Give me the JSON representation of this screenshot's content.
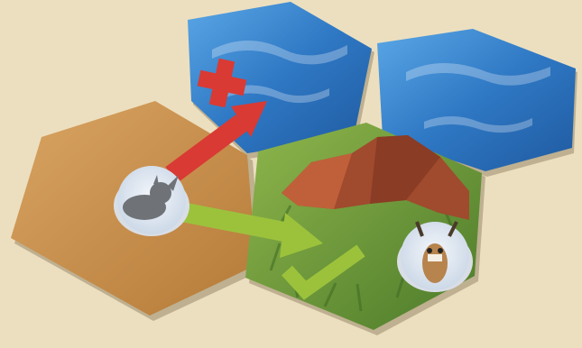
{
  "scene": {
    "tiles": [
      {
        "terrain": "water",
        "color": "#2f78c4"
      },
      {
        "terrain": "water",
        "color": "#2f78c4"
      },
      {
        "terrain": "sand",
        "color": "#c8924a"
      },
      {
        "terrain": "grass",
        "color": "#6e9a3e"
      }
    ],
    "mountain": {
      "color": "#a04a2e"
    },
    "tokens": [
      {
        "animal": "rhino",
        "icon": "rhino-icon"
      },
      {
        "animal": "gazelle",
        "icon": "gazelle-icon"
      }
    ],
    "moves": [
      {
        "color": "#d93a34",
        "result": "invalid",
        "marker": "cross-icon"
      },
      {
        "color": "#9cc23c",
        "result": "valid",
        "marker": "check-icon"
      }
    ]
  }
}
